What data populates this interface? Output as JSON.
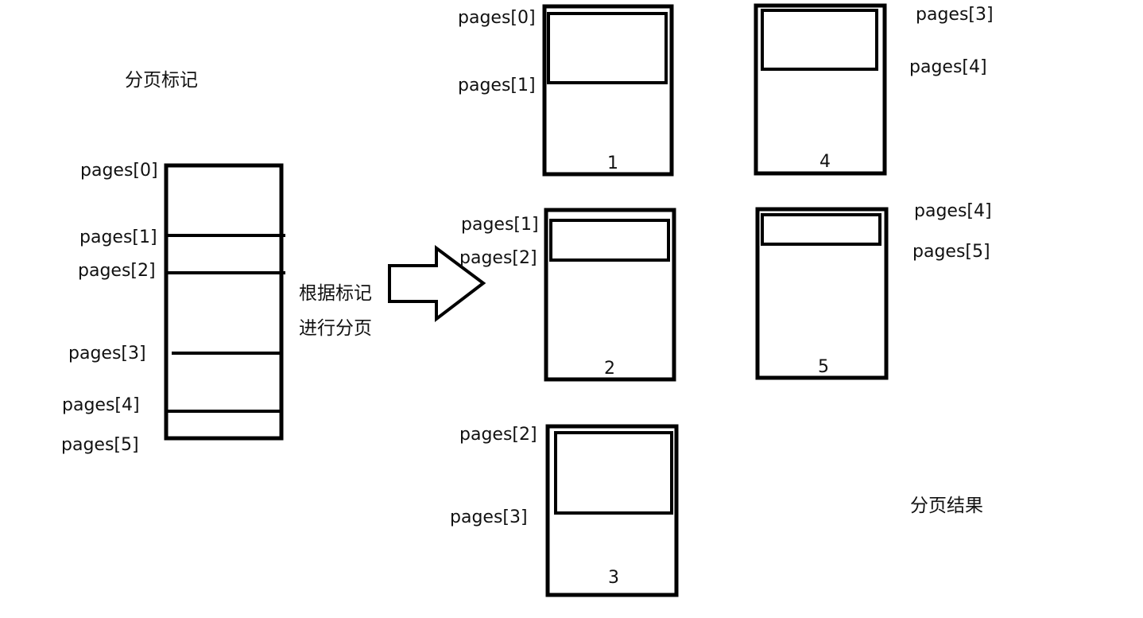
{
  "left_panel": {
    "title": "分页标记",
    "markers": [
      "pages[0]",
      "pages[1]",
      "pages[2]",
      "pages[3]",
      "pages[4]",
      "pages[5]"
    ]
  },
  "arrow_caption": {
    "line1": "根据标记",
    "line2": "进行分页"
  },
  "result_caption": "分页结果",
  "pages": [
    {
      "number": "1",
      "top_label": "pages[0]",
      "bottom_label": "pages[1]"
    },
    {
      "number": "2",
      "top_label": "pages[1]",
      "bottom_label": "pages[2]"
    },
    {
      "number": "3",
      "top_label": "pages[2]",
      "bottom_label": "pages[3]"
    },
    {
      "number": "4",
      "top_label": "pages[3]",
      "bottom_label": "pages[4]"
    },
    {
      "number": "5",
      "top_label": "pages[4]",
      "bottom_label": "pages[5]"
    }
  ]
}
